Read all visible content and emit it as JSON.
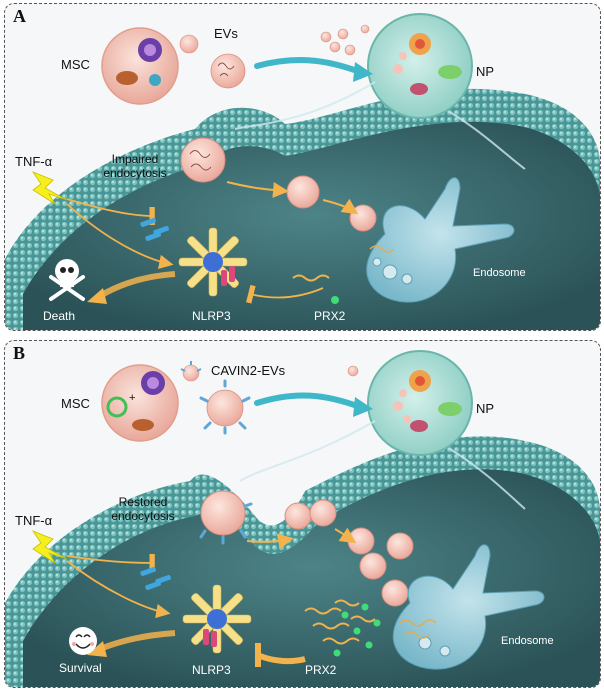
{
  "panel_a": {
    "letter": "A",
    "msc": "MSC",
    "evs": "EVs",
    "np": "NP",
    "tnf": "TNF-α",
    "endocytosis_line1": "Impaired",
    "endocytosis_line2": "endocytosis",
    "endosome": "Endosome",
    "death": "Death",
    "nlrp3": "NLRP3",
    "prx2": "PRX2"
  },
  "panel_b": {
    "letter": "B",
    "msc": "MSC",
    "evs": "CAVIN2-EVs",
    "np": "NP",
    "tnf": "TNF-α",
    "endocytosis_line1": "Restored",
    "endocytosis_line2": "endocytosis",
    "endosome": "Endosome",
    "survival": "Survival",
    "nlrp3": "NLRP3",
    "prx2": "PRX2"
  },
  "colors": {
    "membrane": "#4f9a99",
    "membrane_dark": "#2f6f70",
    "cytoplasm": "#3f6e72",
    "arrow_orange": "#f2b24c",
    "arrow_teal": "#3fb7c9",
    "ev_pink": "#f4c4b8",
    "lightning": "#f6ef1e",
    "endosome": "#a9d8e6",
    "inflammasome_yellow": "#f7e08a",
    "inflammasome_pink": "#d9497a"
  },
  "icons": [
    "lightning-icon",
    "skull-crossbones-icon",
    "smiley-face-icon"
  ]
}
